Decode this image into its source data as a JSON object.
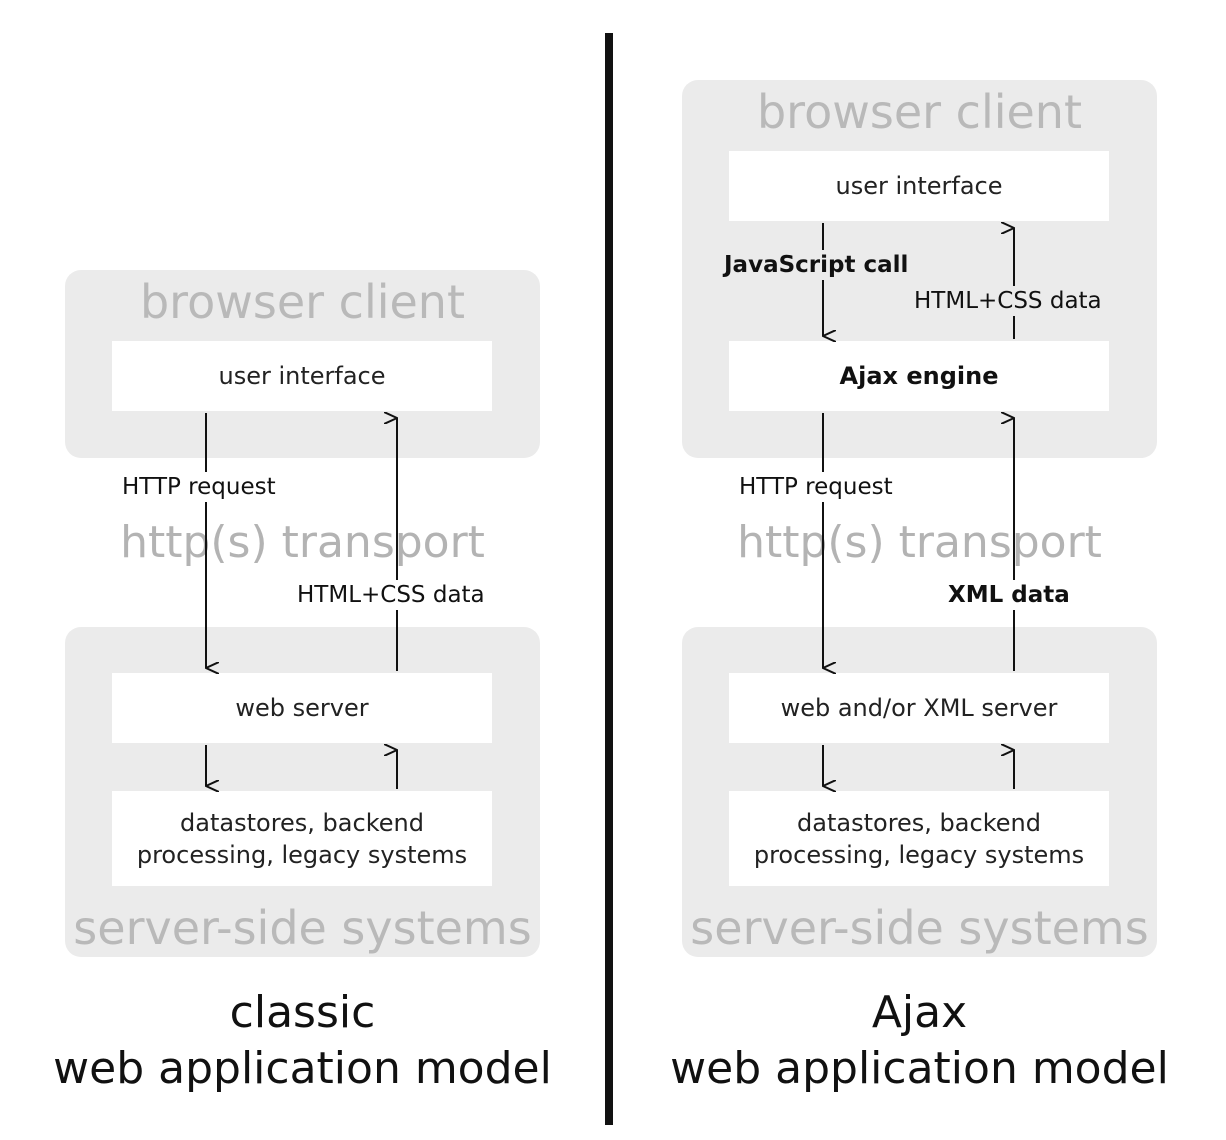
{
  "classic": {
    "browser_client": "browser client",
    "user_interface": "user interface",
    "http_request": "HTTP request",
    "transport": "http(s) transport",
    "html_css_data": "HTML+CSS data",
    "web_server": "web server",
    "datastores_line1": "datastores, backend",
    "datastores_line2": "processing, legacy systems",
    "server_side": "server-side systems",
    "caption_line1": "classic",
    "caption_line2": "web application model"
  },
  "ajax": {
    "browser_client": "browser client",
    "user_interface": "user interface",
    "javascript_call": "JavaScript call",
    "html_css_data": "HTML+CSS data",
    "ajax_engine": "Ajax engine",
    "http_request": "HTTP request",
    "transport": "http(s) transport",
    "xml_data": "XML data",
    "web_xml_server": "web and/or XML server",
    "datastores_line1": "datastores, backend",
    "datastores_line2": "processing, legacy systems",
    "server_side": "server-side systems",
    "caption_line1": "Ajax",
    "caption_line2": "web application model"
  },
  "colors": {
    "panel": "#ebebeb",
    "box": "#ffffff",
    "muted_text": "#b9b9b9",
    "ink": "#111111"
  }
}
